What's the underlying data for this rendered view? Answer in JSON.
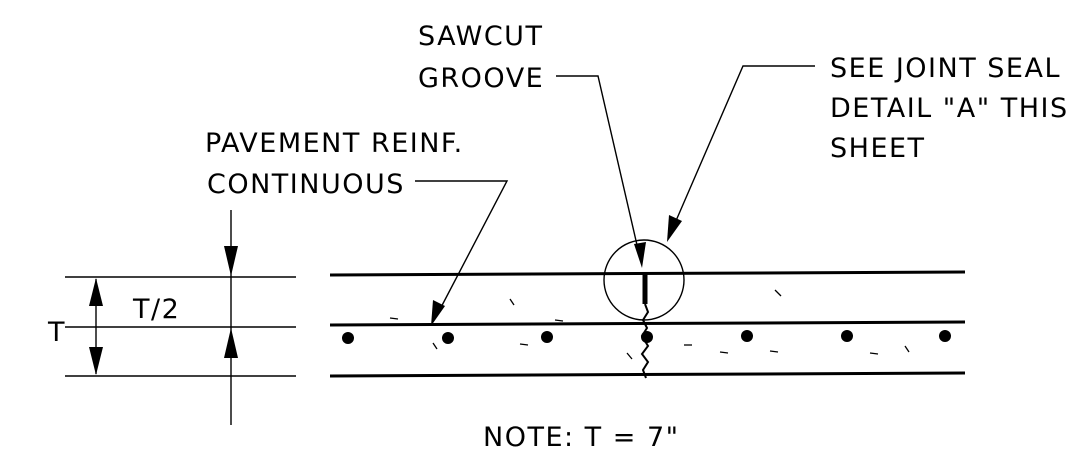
{
  "labels": {
    "sawcut_line1": "SAWCUT",
    "sawcut_line2": "GROOVE",
    "joint_line1": "SEE JOINT SEAL",
    "joint_line2": "DETAIL \"A\" THIS",
    "joint_line3": "SHEET",
    "reinf_line1": "PAVEMENT REINF.",
    "reinf_line2": "CONTINUOUS",
    "dim_total": "T",
    "dim_half": "T/2",
    "note": "NOTE: T = 7\""
  }
}
